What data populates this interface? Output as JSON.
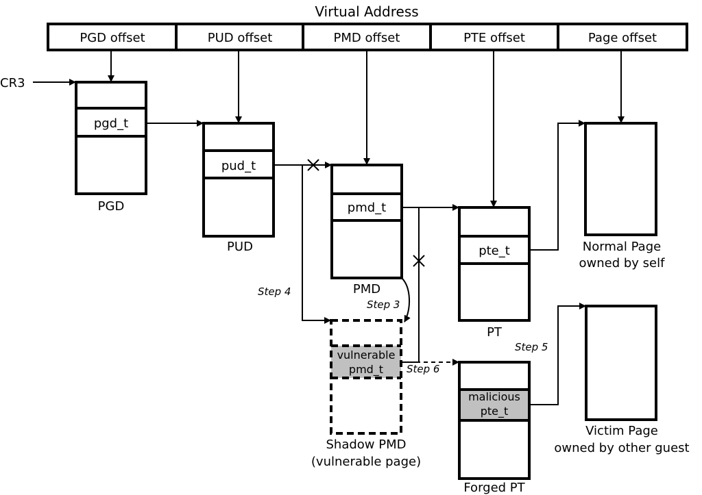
{
  "title": "Virtual Address",
  "address_fields": [
    "PGD offset",
    "PUD offset",
    "PMD offset",
    "PTE offset",
    "Page offset"
  ],
  "cr3": "CR3",
  "tables": {
    "pgd": {
      "entry": "pgd_t",
      "label": "PGD"
    },
    "pud": {
      "entry": "pud_t",
      "label": "PUD"
    },
    "pmd": {
      "entry": "pmd_t",
      "label": "PMD"
    },
    "pt": {
      "entry": "pte_t",
      "label": "PT"
    },
    "shadow_pmd": {
      "entry_line1": "vulnerable",
      "entry_line2": "pmd_t",
      "label_line1": "Shadow PMD",
      "label_line2": "(vulnerable page)"
    },
    "forged_pt": {
      "entry_line1": "malicious",
      "entry_line2": "pte_t",
      "label": "Forged PT"
    }
  },
  "pages": {
    "normal": {
      "line1": "Normal Page",
      "line2": "owned by self"
    },
    "victim": {
      "line1": "Victim Page",
      "line2": "owned by other guest"
    }
  },
  "steps": {
    "step3": "Step 3",
    "step4": "Step 4",
    "step5": "Step 5",
    "step6": "Step 6"
  },
  "colors": {
    "highlight": "#c0c0c0"
  }
}
